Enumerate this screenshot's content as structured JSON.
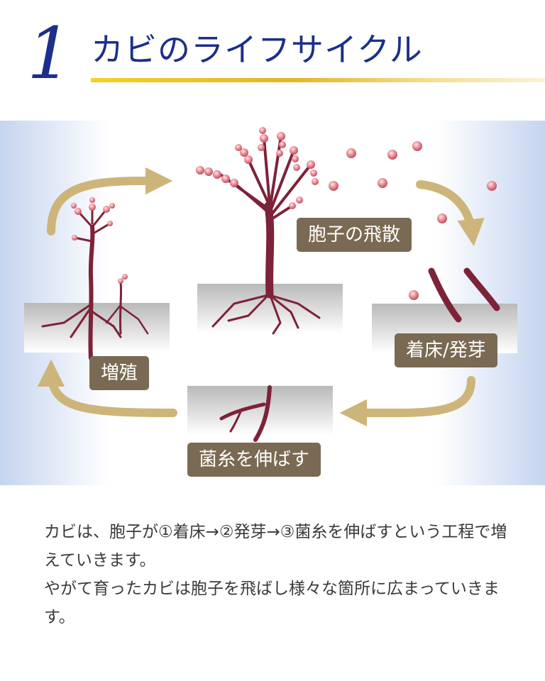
{
  "header": {
    "section_number": "1",
    "title": "カビのライフサイクル"
  },
  "diagram": {
    "stages": {
      "spore_dispersal": "胞子の飛散",
      "settle_germinate": "着床/発芽",
      "hyphae_extend": "菌糸を伸ばす",
      "proliferation": "増殖"
    },
    "colors": {
      "label_bg": "#7a6a53",
      "arrow": "#cdb57a",
      "mold": "#7d2238",
      "spore": "#e08a92",
      "panel_side": "#c5d4ef"
    }
  },
  "description": {
    "paragraphs": [
      "カビは、胞子が①着床→②発芽→③菌糸を伸ばすという工程で増えていきます。",
      "やがて育ったカビは胞子を飛ばし様々な箇所に広まっていきます。"
    ]
  }
}
